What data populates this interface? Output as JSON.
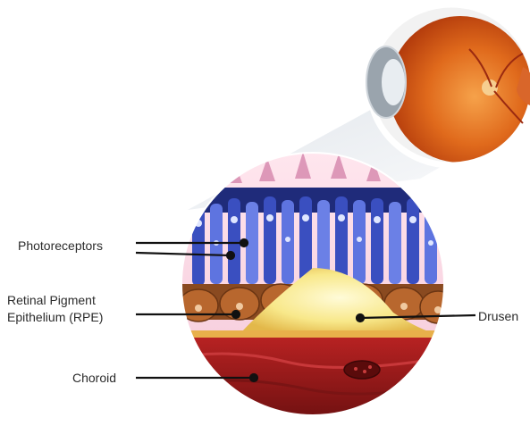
{
  "labels": {
    "photoreceptors": "Photoreceptors",
    "rpe_line1": "Retinal Pigment",
    "rpe_line2": "Epithelium (RPE)",
    "drusen": "Drusen",
    "choroid": "Choroid"
  },
  "colors": {
    "photoreceptor_blue": "#3a4fc0",
    "photoreceptor_pink": "#e0a0c0",
    "rpe_brown": "#a45a28",
    "drusen_yellow": "#f6e36a",
    "choroid_red": "#9a1c1c",
    "eye_orange": "#e06a1c"
  }
}
